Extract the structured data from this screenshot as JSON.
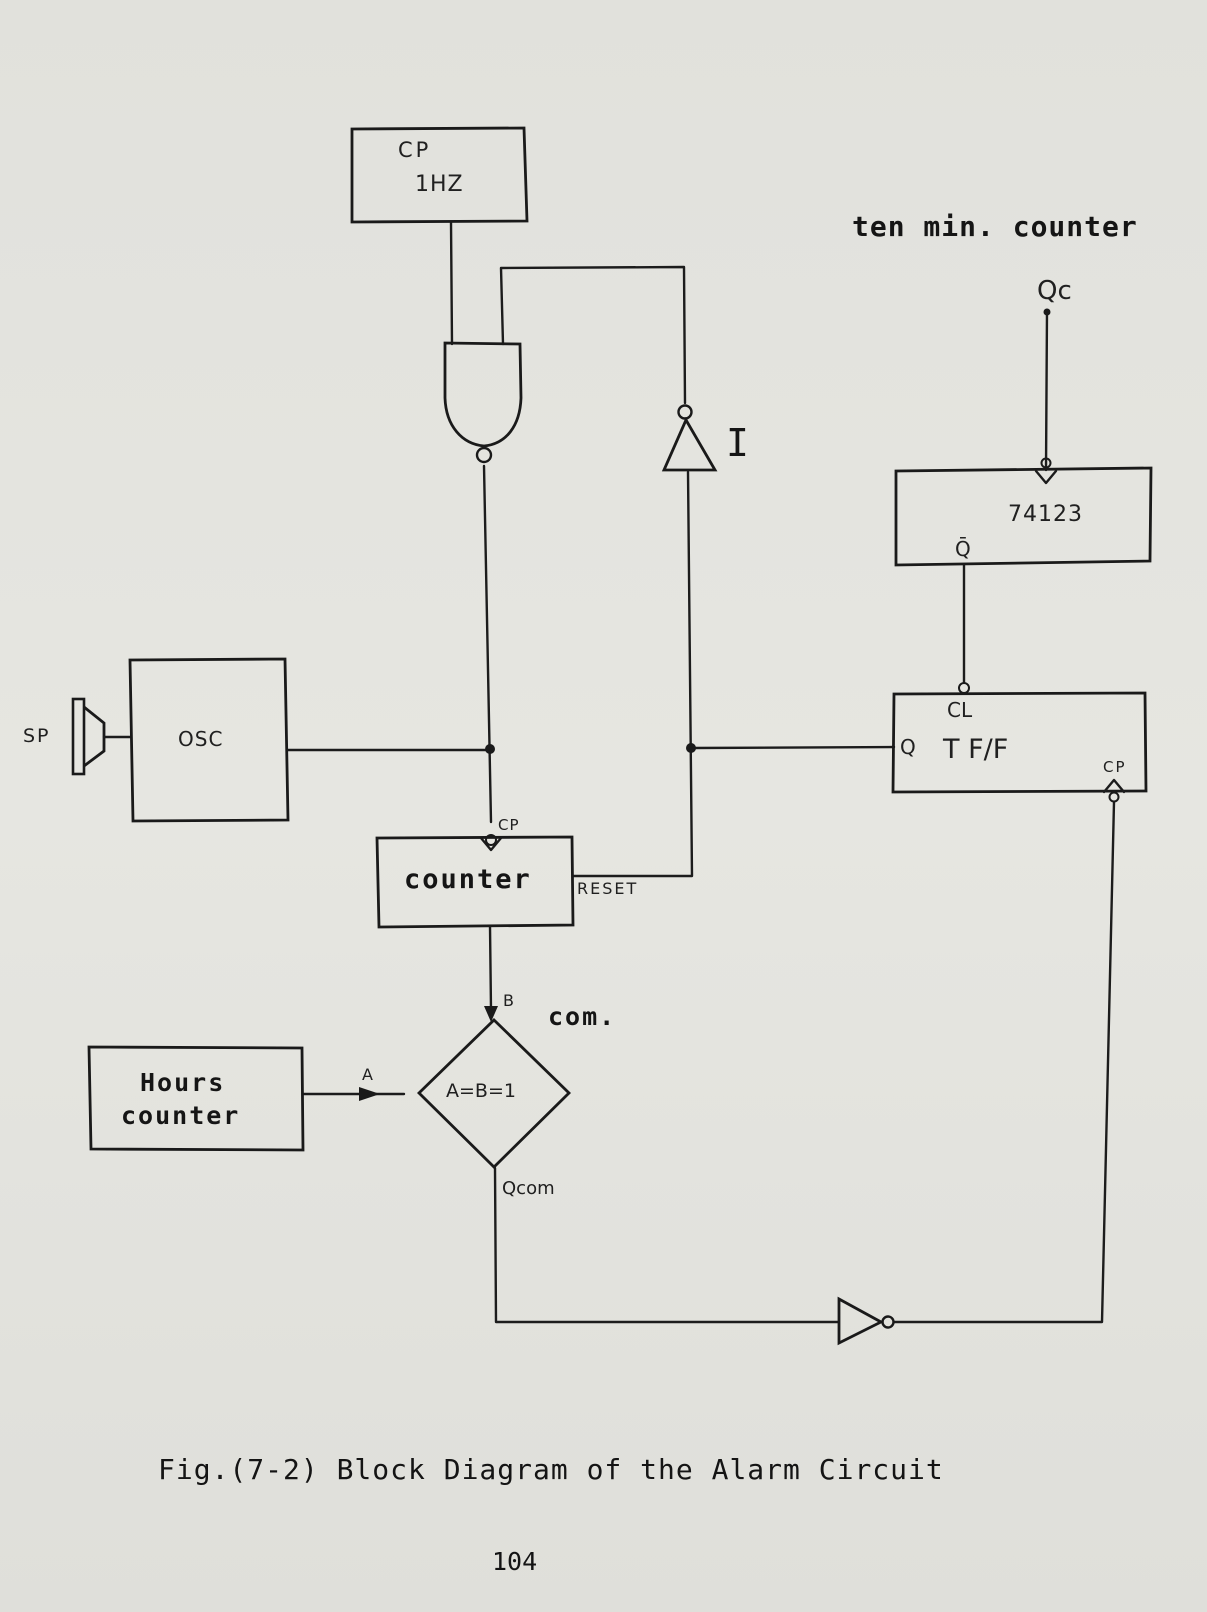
{
  "diagram": {
    "clock_box": {
      "line1": "CP",
      "line2": "1HZ"
    },
    "ten_min_counter_label": "ten min. counter",
    "qc_label": "Qc",
    "inverter_label": "I",
    "chip_box": {
      "label": "74123",
      "pin_label": "Q̄"
    },
    "flip_flop": {
      "clear_label": "CL",
      "q_label": "Q",
      "title": "T F/F",
      "clock_label": "CP"
    },
    "speaker_label": "SP",
    "oscillator_label": "OSC",
    "counter_box": {
      "label": "counter",
      "clock_label": "CP",
      "reset_label": "RESET"
    },
    "comparator": {
      "input_b": "B",
      "input_a": "A",
      "label": "A=B=1",
      "output_label": "Qcom",
      "name": "com."
    },
    "hours_counter": {
      "line1": "Hours",
      "line2": "counter"
    }
  },
  "caption": "Fig.(7-2) Block Diagram of the Alarm Circuit",
  "page_number": "104"
}
